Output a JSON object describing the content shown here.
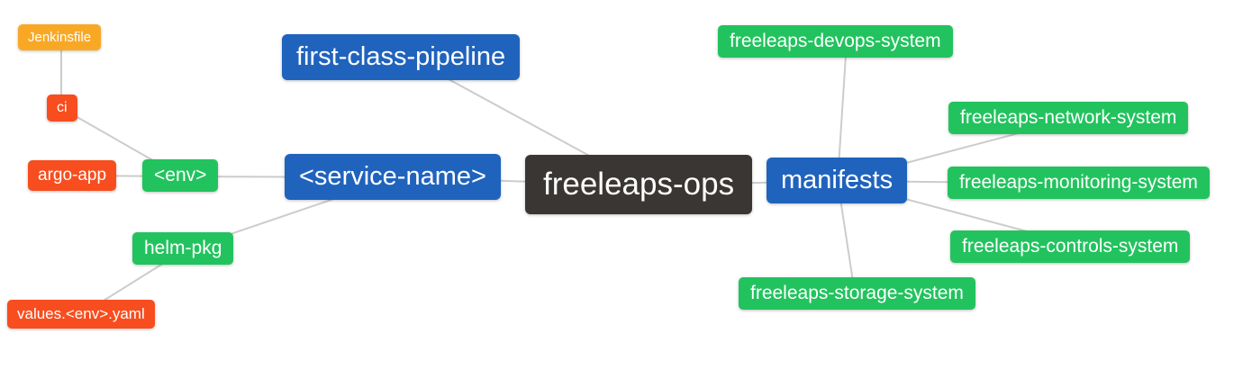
{
  "palette": {
    "canvas_bg": "#ffffff",
    "edge_color": "#cccccc",
    "text_color": "#ffffff",
    "root_bg": "#3a3633",
    "branch_bg": "#2063bd",
    "green_bg": "#22c35e",
    "orange_bg": "#f84d1e",
    "amber_bg": "#f9a826"
  },
  "nodes": [
    {
      "id": "jenkinsfile",
      "label": "Jenkinsfile",
      "color": "#f9a826"
    },
    {
      "id": "ci",
      "label": "ci",
      "color": "#f84d1e"
    },
    {
      "id": "argo-app",
      "label": "argo-app",
      "color": "#f84d1e"
    },
    {
      "id": "env",
      "label": "<env>",
      "color": "#22c35e"
    },
    {
      "id": "helm-pkg",
      "label": "helm-pkg",
      "color": "#22c35e"
    },
    {
      "id": "values-env-yaml",
      "label": "values.<env>.yaml",
      "color": "#f84d1e"
    },
    {
      "id": "first-class-pipeline",
      "label": "first-class-pipeline",
      "color": "#2063bd"
    },
    {
      "id": "service-name",
      "label": "<service-name>",
      "color": "#2063bd"
    },
    {
      "id": "freeleaps-ops",
      "label": "freeleaps-ops",
      "color": "#3a3633"
    },
    {
      "id": "manifests",
      "label": "manifests",
      "color": "#2063bd"
    },
    {
      "id": "freeleaps-devops-system",
      "label": "freeleaps-devops-system",
      "color": "#22c35e"
    },
    {
      "id": "freeleaps-network-system",
      "label": "freeleaps-network-system",
      "color": "#22c35e"
    },
    {
      "id": "freeleaps-monitoring-system",
      "label": "freeleaps-monitoring-system",
      "color": "#22c35e"
    },
    {
      "id": "freeleaps-controls-system",
      "label": "freeleaps-controls-system",
      "color": "#22c35e"
    },
    {
      "id": "freeleaps-storage-system",
      "label": "freeleaps-storage-system",
      "color": "#22c35e"
    }
  ],
  "edges": [
    {
      "from": "jenkinsfile",
      "to": "ci"
    },
    {
      "from": "ci",
      "to": "env"
    },
    {
      "from": "argo-app",
      "to": "env"
    },
    {
      "from": "env",
      "to": "service-name"
    },
    {
      "from": "helm-pkg",
      "to": "service-name"
    },
    {
      "from": "values-env-yaml",
      "to": "helm-pkg"
    },
    {
      "from": "first-class-pipeline",
      "to": "freeleaps-ops"
    },
    {
      "from": "service-name",
      "to": "freeleaps-ops"
    },
    {
      "from": "freeleaps-ops",
      "to": "manifests"
    },
    {
      "from": "manifests",
      "to": "freeleaps-devops-system"
    },
    {
      "from": "manifests",
      "to": "freeleaps-network-system"
    },
    {
      "from": "manifests",
      "to": "freeleaps-monitoring-system"
    },
    {
      "from": "manifests",
      "to": "freeleaps-controls-system"
    },
    {
      "from": "manifests",
      "to": "freeleaps-storage-system"
    }
  ]
}
